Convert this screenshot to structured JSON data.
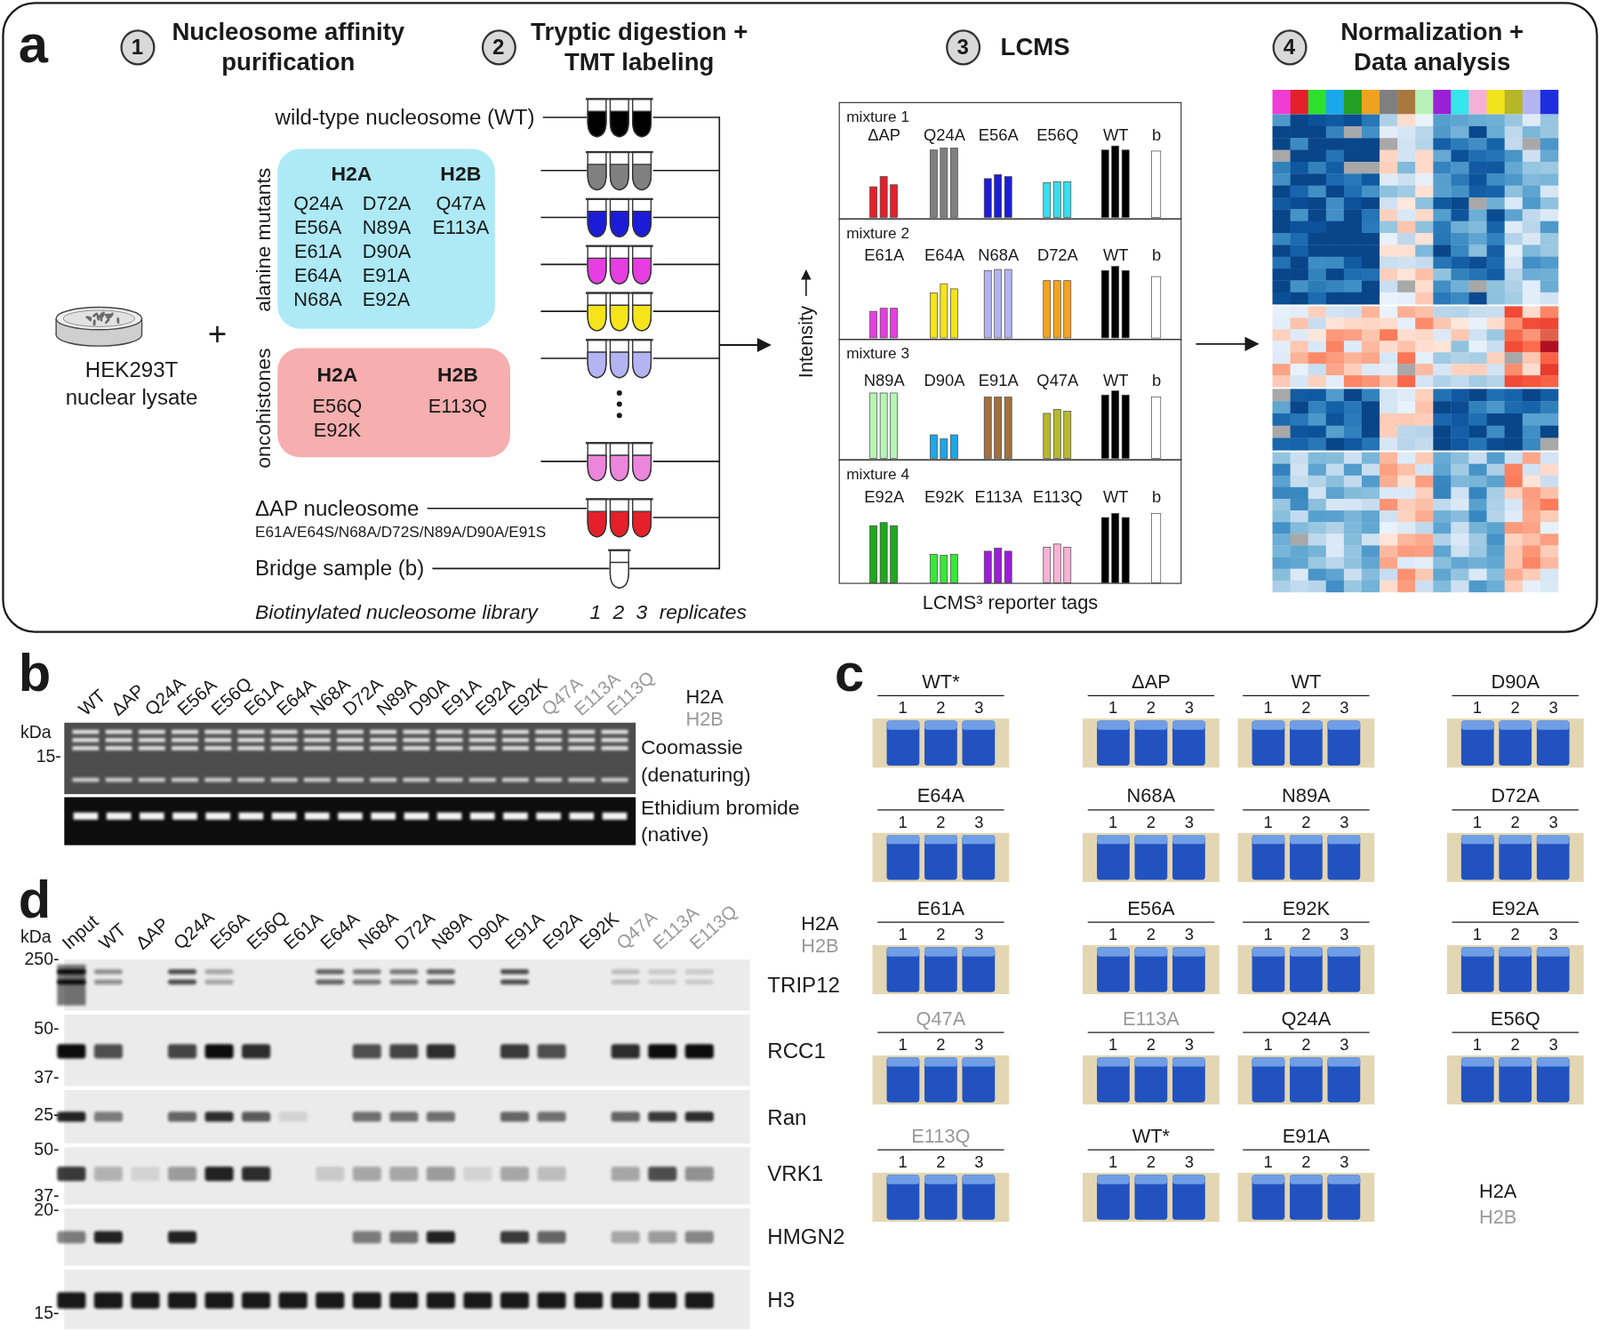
{
  "diagram": {
    "nodes": [
      {
        "text": [
          "a"
        ]
      },
      {
        "text": [
          "1",
          "Nucleosome affinity purification"
        ],
        "in": 0
      },
      {
        "text": [
          "2",
          "Tryptic digestion + TMT labeling"
        ],
        "in": 0
      },
      {
        "text": [
          "3",
          "LCMS"
        ],
        "in": 0
      },
      {
        "text": [
          "4",
          "Normalization + Data analysis"
        ],
        "in": 0
      },
      {
        "text": [
          "alanine mutants",
          "H2A",
          "Q24A E56A E61A E64A N68A",
          "D72A N89A D90A E91A E92A",
          "H2B",
          "Q47A E113A"
        ],
        "in": 0
      },
      {
        "text": [
          "oncohistones",
          "H2A",
          "E56Q E92K",
          "H2B",
          "E113Q"
        ],
        "in": 0
      },
      {
        "text": [
          "mixture 1",
          "ΔAP",
          "Q24A",
          "E56A",
          "E56Q",
          "WT",
          "b"
        ],
        "in": 0
      },
      {
        "text": [
          "mixture 2",
          "E61A",
          "E64A",
          "N68A",
          "D72A",
          "WT",
          "b"
        ],
        "in": 0
      },
      {
        "text": [
          "mixture 3",
          "N89A",
          "D90A",
          "E91A",
          "Q47A",
          "WT",
          "b"
        ],
        "in": 0
      },
      {
        "text": [
          "mixture 4",
          "E92A",
          "E92K",
          "E113A",
          "E113Q",
          "WT",
          "b"
        ],
        "in": 0
      }
    ],
    "labels": [
      "HEK293T nuclear lysate",
      "+",
      "wild-type nucleosome (WT)",
      "ΔAP nucleosome",
      "E61A/E64S/N68A/D72S/N89A/D90A/E91S",
      "Bridge sample (b)",
      "Biotinylated nucleosome library",
      "1 2 3 replicates",
      "Intensity",
      "LCMS³ reporter tags",
      "b",
      "WT",
      "ΔAP",
      "Q24A",
      "E56A",
      "E56Q",
      "E61A",
      "E64A",
      "N68A",
      "D72A",
      "N89A",
      "D90A",
      "E91A",
      "E92A",
      "E92K",
      "Q47A",
      "E113A",
      "E113Q",
      "H2A",
      "H2B",
      "kDa",
      "15-",
      "Coomassie (denaturing)",
      "Ethidium bromide (native)",
      "c",
      "WT*",
      "1 2 3",
      "ΔAP",
      "1 2 3",
      "WT",
      "1 2 3",
      "D90A",
      "1 2 3",
      "E64A",
      "1 2 3",
      "N68A",
      "1 2 3",
      "N89A",
      "1 2 3",
      "D72A",
      "1 2 3",
      "E61A",
      "1 2 3",
      "E56A",
      "1 2 3",
      "E92K",
      "1 2 3",
      "E92A",
      "1 2 3",
      "Q47A",
      "1 2 3",
      "E113A",
      "1 2 3",
      "Q24A",
      "1 2 3",
      "E56Q",
      "1 2 3",
      "E113Q",
      "1 2 3",
      "WT*",
      "1 2 3",
      "E91A",
      "1 2 3",
      "H2A",
      "H2B",
      "d",
      "kDa",
      "Input",
      "WT",
      "ΔAP",
      "Q24A",
      "E56A",
      "E56Q",
      "E61A",
      "E64A",
      "N68A",
      "D72A",
      "N89A",
      "D90A",
      "E91A",
      "E92A",
      "E92K",
      "Q47A",
      "E113A",
      "E113Q",
      "H2A",
      "H2B",
      "250-",
      "50-",
      "37-",
      "25-",
      "50-",
      "37-",
      "20-",
      "15-",
      "TRIP12",
      "RCC1",
      "Ran",
      "VRK1",
      "HMGN2",
      "H3"
    ]
  }
}
